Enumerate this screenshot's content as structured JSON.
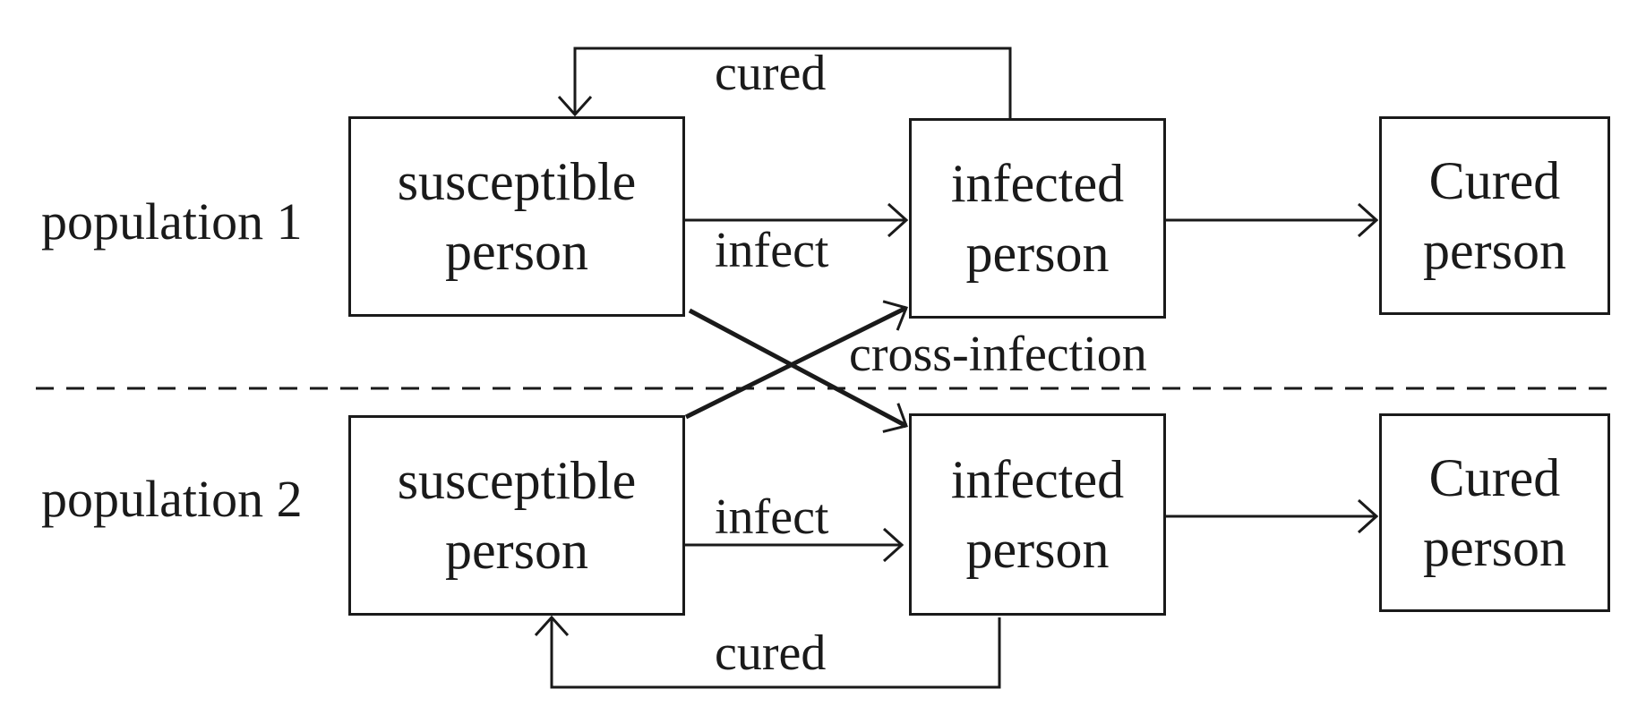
{
  "diagram": {
    "populations": [
      {
        "label": "population 1",
        "susceptible": [
          "susceptible",
          "person"
        ],
        "infected": [
          "infected",
          "person"
        ],
        "cured": [
          "Cured",
          "person"
        ]
      },
      {
        "label": "population 2",
        "susceptible": [
          "susceptible",
          "person"
        ],
        "infected": [
          "infected",
          "person"
        ],
        "cured": [
          "Cured",
          "person"
        ]
      }
    ],
    "edges": {
      "infect_1": "infect",
      "infect_2": "infect",
      "cured_loop_1": "cured",
      "cured_loop_2": "cured",
      "cross": "cross-infection"
    },
    "colors": {
      "ink": "#1a1a1a",
      "background": "#ffffff"
    }
  }
}
